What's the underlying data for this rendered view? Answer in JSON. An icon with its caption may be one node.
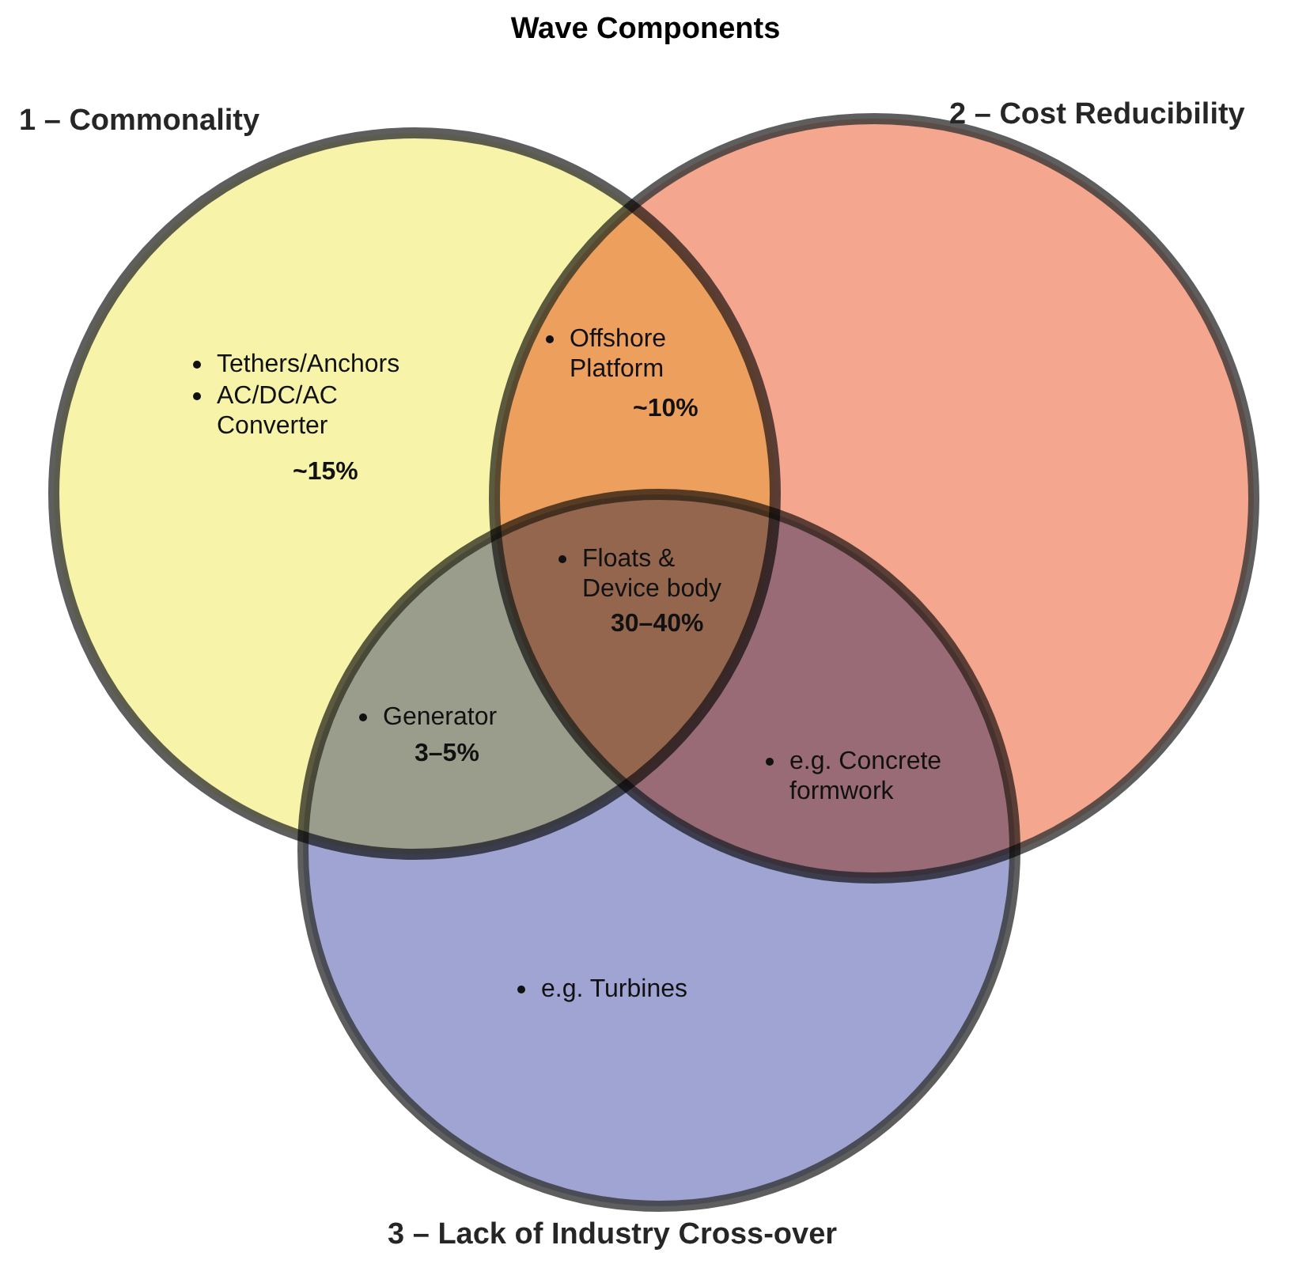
{
  "diagram": {
    "title": "Wave Components",
    "nodes": [
      {
        "text": [
          "1 – Commonality"
        ]
      },
      {
        "text": [
          "2 – Cost Reducibility"
        ]
      },
      {
        "text": [
          "3 – Lack of Industry Cross-over"
        ]
      }
    ],
    "labels": [
      "Tethers/Anchors",
      "AC/DC/AC Converter",
      "~15%",
      "Offshore Platform",
      "~10%",
      "Floats & Device body",
      "30–40%",
      "Generator",
      "3–5%",
      "e.g. Concrete formwork",
      "e.g. Turbines"
    ]
  }
}
